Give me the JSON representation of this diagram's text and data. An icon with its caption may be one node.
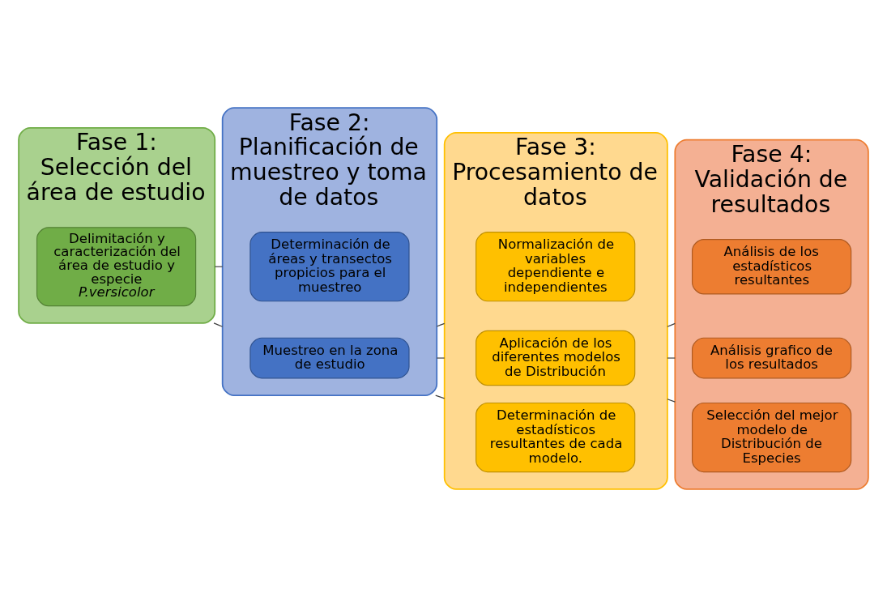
{
  "diagram": {
    "nodes": [
      {
        "text": [
          "Fase 1: Selección del área de estudio"
        ]
      },
      {
        "text": [
          "Delimitación y caracterización del área de estudio y especie *P.versicolor*"
        ],
        "in": 0
      },
      {
        "text": [
          "Fase 2: Planificación de muestreo y toma de datos"
        ]
      },
      {
        "text": [
          "Determinación de áreas y transectos propicios para el muestreo"
        ],
        "in": 2
      },
      {
        "text": [
          "Muestreo en la zona de estudio"
        ],
        "in": 2
      },
      {
        "text": [
          "Fase 3: Procesamiento de datos"
        ]
      },
      {
        "text": [
          "Normalización de variables dependiente e independientes"
        ],
        "in": 5
      },
      {
        "text": [
          "Aplicación de los diferentes modelos de Distribución"
        ],
        "in": 5
      },
      {
        "text": [
          "Determinación de estadísticos resultantes de cada modelo."
        ],
        "in": 5
      },
      {
        "text": [
          "Fase 4: Validación de resultados"
        ]
      },
      {
        "text": [
          "Análisis de los estadísticos resultantes"
        ],
        "in": 9
      },
      {
        "text": [
          "Análisis grafico de los resultados"
        ],
        "in": 9
      },
      {
        "text": [
          "Selección del mejor modelo de Distribución de Especies"
        ],
        "in": 9
      }
    ],
    "edges": [
      {
        "from": 0,
        "to": 2,
        "arrow": "none"
      },
      {
        "from": 0,
        "to": 2,
        "arrow": "none"
      },
      {
        "from": 2,
        "to": 5,
        "arrow": "none"
      },
      {
        "from": 2,
        "to": 5,
        "arrow": "none"
      },
      {
        "from": 2,
        "to": 5,
        "arrow": "none"
      },
      {
        "from": 5,
        "to": 9,
        "arrow": "none"
      },
      {
        "from": 5,
        "to": 9,
        "arrow": "none"
      },
      {
        "from": 5,
        "to": 9,
        "arrow": "none"
      }
    ]
  }
}
